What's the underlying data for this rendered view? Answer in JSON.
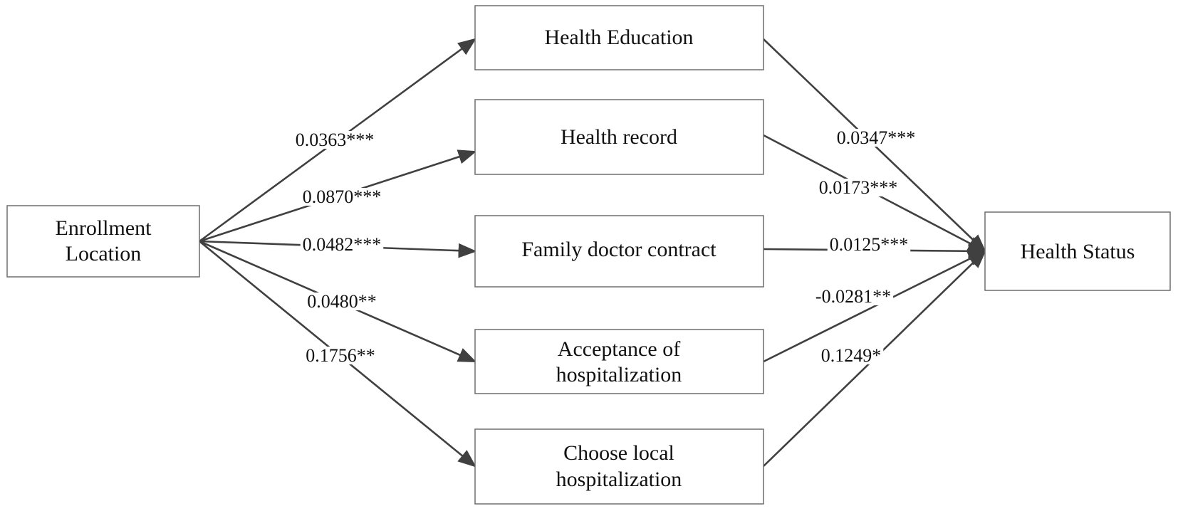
{
  "nodes": {
    "source": {
      "lines": [
        "Enrollment",
        "Location"
      ]
    },
    "target": {
      "lines": [
        "Health Status"
      ]
    },
    "mediators": [
      {
        "id": "health-education",
        "lines": [
          "Health Education"
        ],
        "coef_in": "0.0363***",
        "coef_out": "0.0347***"
      },
      {
        "id": "health-record",
        "lines": [
          "Health record"
        ],
        "coef_in": "0.0870***",
        "coef_out": "0.0173***"
      },
      {
        "id": "family-doctor-contract",
        "lines": [
          "Family doctor contract"
        ],
        "coef_in": "0.0482***",
        "coef_out": "0.0125***"
      },
      {
        "id": "acceptance-of-hospitalization",
        "lines": [
          "Acceptance of",
          "hospitalization"
        ],
        "coef_in": "0.0480**",
        "coef_out": "-0.0281**"
      },
      {
        "id": "choose-local-hospitalization",
        "lines": [
          "Choose local",
          "hospitalization"
        ],
        "coef_in": "0.1756**",
        "coef_out": "0.1249*"
      }
    ]
  },
  "colors": {
    "edge": "#404040",
    "box_border": "#6e6e6e",
    "text": "#111111"
  }
}
